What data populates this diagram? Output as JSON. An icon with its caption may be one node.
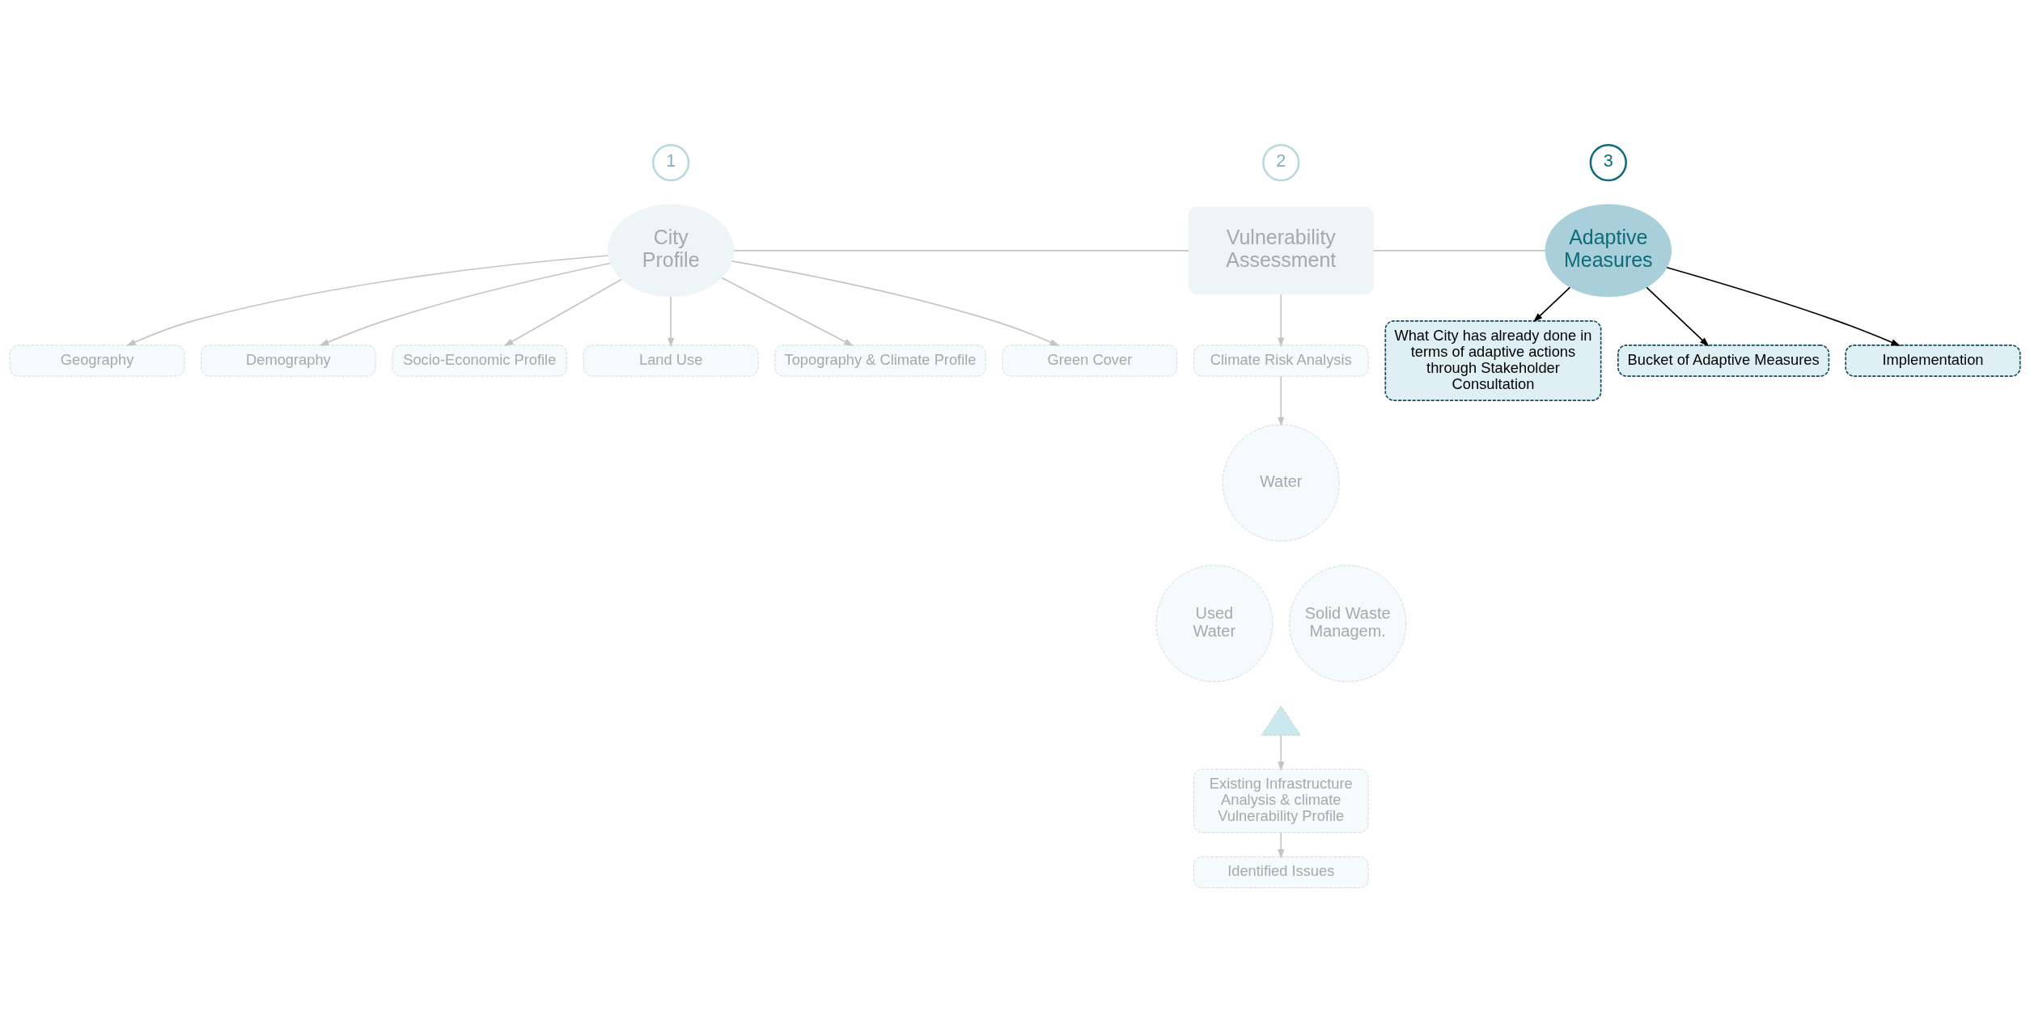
{
  "diagram": {
    "nodes": [
      {
        "text": [
          "City Profile"
        ]
      },
      {
        "text": [
          "Vulnerability Assessment"
        ]
      },
      {
        "text": [
          "Adaptive Measures"
        ]
      },
      {
        "text": [
          "1"
        ]
      },
      {
        "text": [
          "2"
        ]
      },
      {
        "text": [
          "3"
        ]
      },
      {
        "text": [
          "Geography"
        ]
      },
      {
        "text": [
          "Demography"
        ]
      },
      {
        "text": [
          "Socio-Economic Profile"
        ]
      },
      {
        "text": [
          "Land Use"
        ]
      },
      {
        "text": [
          "Topography & Climate Profile"
        ]
      },
      {
        "text": [
          "Green Cover"
        ]
      },
      {
        "text": [
          "Climate Risk Analysis"
        ]
      },
      {
        "text": [
          "Water"
        ]
      },
      {
        "text": [
          "Used Water"
        ]
      },
      {
        "text": [
          "Solid Waste Managem."
        ]
      },
      {
        "text": [],
        "shape": "triangle"
      },
      {
        "text": [
          "Existing Infrastructure Analysis & climate Vulnerability Profile"
        ]
      },
      {
        "text": [
          "Identified Issues"
        ]
      },
      {
        "text": [
          "What City has already done in terms of adaptive actions through Stakeholder Consultation"
        ]
      },
      {
        "text": [
          "Bucket of Adaptive Measures"
        ]
      },
      {
        "text": [
          "Implementation"
        ]
      }
    ],
    "edges": [
      {
        "from": 0,
        "to": 1,
        "arrow": "none"
      },
      {
        "from": 1,
        "to": 2,
        "arrow": "none"
      },
      {
        "from": 0,
        "to": 6,
        "arrow": "to"
      },
      {
        "from": 0,
        "to": 7,
        "arrow": "to"
      },
      {
        "from": 0,
        "to": 8,
        "arrow": "to"
      },
      {
        "from": 0,
        "to": 9,
        "arrow": "to"
      },
      {
        "from": 0,
        "to": 10,
        "arrow": "to"
      },
      {
        "from": 0,
        "to": 11,
        "arrow": "to"
      },
      {
        "from": 1,
        "to": 12,
        "arrow": "to"
      },
      {
        "from": 12,
        "to": 13,
        "arrow": "to"
      },
      {
        "from": 16,
        "to": 17,
        "arrow": "to"
      },
      {
        "from": 17,
        "to": 18,
        "arrow": "to"
      },
      {
        "from": 2,
        "to": 19,
        "arrow": "to",
        "color": "#000000"
      },
      {
        "from": 2,
        "to": 20,
        "arrow": "to",
        "color": "#000000"
      },
      {
        "from": 2,
        "to": 21,
        "arrow": "to",
        "color": "#000000"
      }
    ]
  }
}
